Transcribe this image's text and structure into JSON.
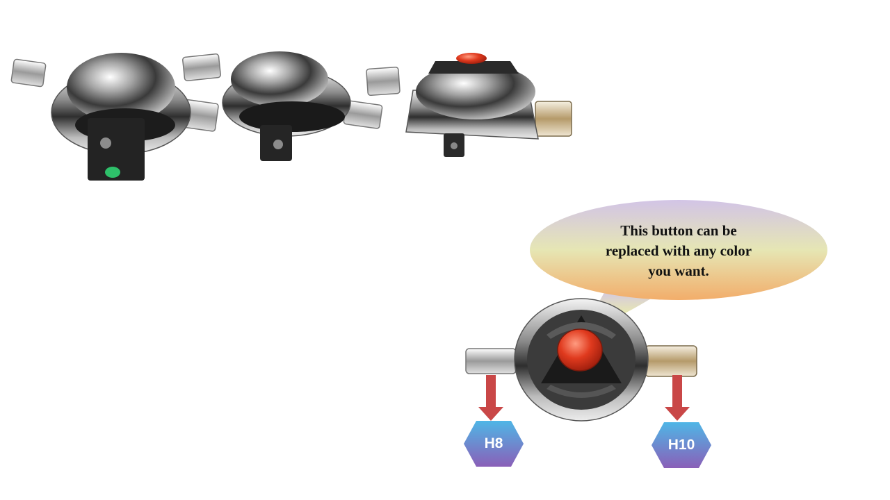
{
  "callout": {
    "text": "This button can be\nreplaced with any color\nyou want."
  },
  "labels": {
    "left_hex": "H8",
    "right_hex": "H10"
  },
  "colors": {
    "arrow": "#c94747",
    "hex_top": "#4fb6e6",
    "hex_bottom": "#8a5fb8",
    "callout_top": "#d2c4e6",
    "callout_mid": "#e6e6b4",
    "callout_bottom": "#f2ad6a",
    "button_red": "#e03a1e",
    "indicator_green": "#2ec06a"
  },
  "icons": {
    "ratchet_1": "ratchet-head-green-indicator",
    "ratchet_2": "ratchet-head-black",
    "ratchet_3": "ratchet-head-red-button",
    "ratchet_main": "ratchet-head-top-view-red-button"
  }
}
